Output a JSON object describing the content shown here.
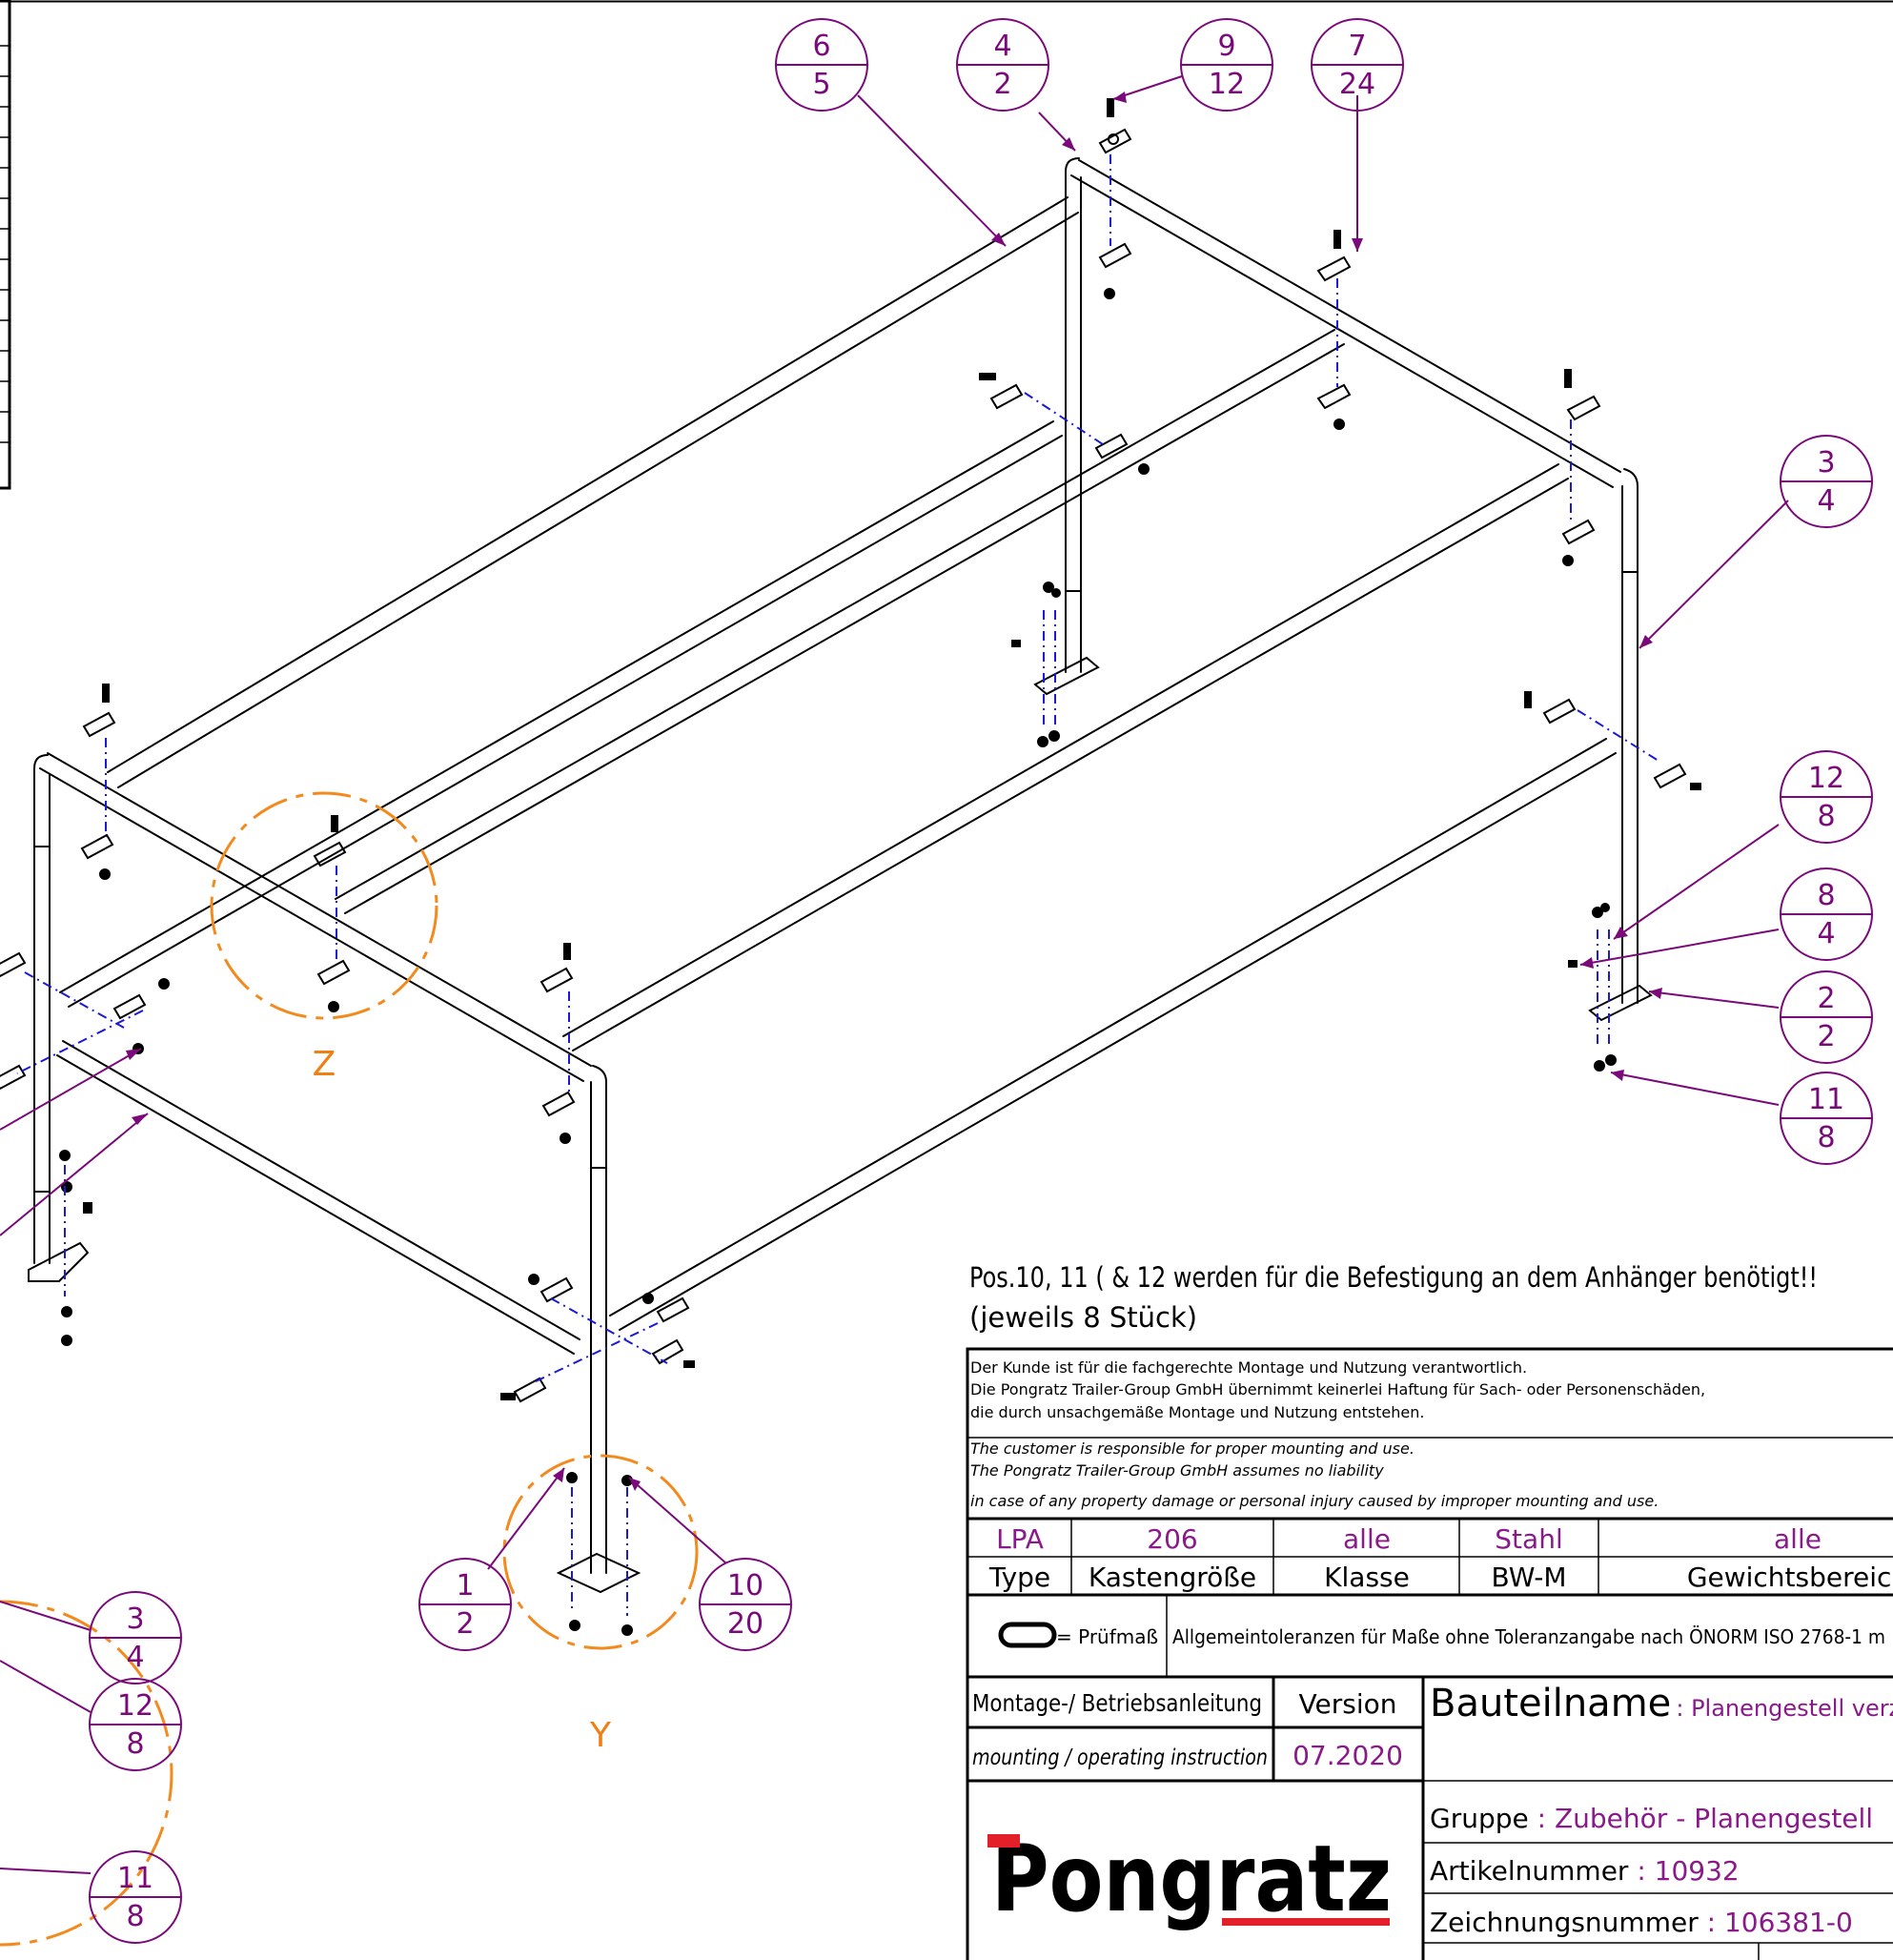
{
  "colors": {
    "frame": "#000000",
    "balloon": "#7a0a7a",
    "detail_circle": "#f28a1e",
    "axis_dash": "#1a1ad6",
    "value_purple": "#8a1a8a",
    "logo_red": "#e3202a"
  },
  "balloons": [
    {
      "id": "b-6-5",
      "top": "6",
      "bottom": "5"
    },
    {
      "id": "b-4-2",
      "top": "4",
      "bottom": "2"
    },
    {
      "id": "b-9-12",
      "top": "9",
      "bottom": "12"
    },
    {
      "id": "b-7-24",
      "top": "7",
      "bottom": "24"
    },
    {
      "id": "b-3-4-right",
      "top": "3",
      "bottom": "4"
    },
    {
      "id": "b-12-8-right",
      "top": "12",
      "bottom": "8"
    },
    {
      "id": "b-8-4",
      "top": "8",
      "bottom": "4"
    },
    {
      "id": "b-2-2",
      "top": "2",
      "bottom": "2"
    },
    {
      "id": "b-11-8-right",
      "top": "11",
      "bottom": "8"
    },
    {
      "id": "b-3-4-left",
      "top": "3",
      "bottom": "4"
    },
    {
      "id": "b-12-8-left",
      "top": "12",
      "bottom": "8"
    },
    {
      "id": "b-11-8-left",
      "top": "11",
      "bottom": "8"
    },
    {
      "id": "b-1-2",
      "top": "1",
      "bottom": "2"
    },
    {
      "id": "b-10-20",
      "top": "10",
      "bottom": "20"
    }
  ],
  "detail_labels": {
    "z": "Z",
    "y": "Y"
  },
  "note": {
    "line1": "Pos.10, 11 ( & 12 werden für die Befestigung an dem Anhänger benötigt!!",
    "line2": "(jeweils 8 Stück)"
  },
  "disclaimer": {
    "de": [
      "Der Kunde ist für die fachgerechte Montage und Nutzung verantwortlich.",
      "Die Pongratz Trailer-Group GmbH übernimmt keinerlei Haftung für Sach- oder Personenschäden,",
      "die durch unsachgemäße Montage und Nutzung entstehen."
    ],
    "en": [
      "The customer is responsible for proper mounting and use.",
      "The Pongratz Trailer-Group GmbH assumes no liability",
      "in case of any property damage or personal injury caused by improper mounting and use."
    ]
  },
  "spec_table": {
    "values": [
      "LPA",
      "206",
      "alle",
      "Stahl",
      "alle"
    ],
    "headers": [
      "Type",
      "Kastengröße",
      "Klasse",
      "BW-M",
      "Gewichtsbereich"
    ]
  },
  "tolerance": {
    "pruefmass": "= Prüfmaß",
    "text": "Allgemeintoleranzen für Maße ohne Toleranzangabe nach ÖNORM ISO 2768-1 m"
  },
  "title_block": {
    "doc_de": "Montage-/ Betriebsanleitung",
    "doc_en": "mounting / operating instruction",
    "version_label": "Version",
    "version_value": "07.2020",
    "part_label": "Bauteilname",
    "part_value": ": Planengestell verzinkt",
    "group_label": "Gruppe",
    "group_value": ": Zubehör - Planengestell",
    "article_label": "Artikelnummer",
    "article_value": ": 10932",
    "drawing_label": "Zeichnungsnummer",
    "drawing_value": ": 106381-0",
    "logo": "Pongratz"
  }
}
